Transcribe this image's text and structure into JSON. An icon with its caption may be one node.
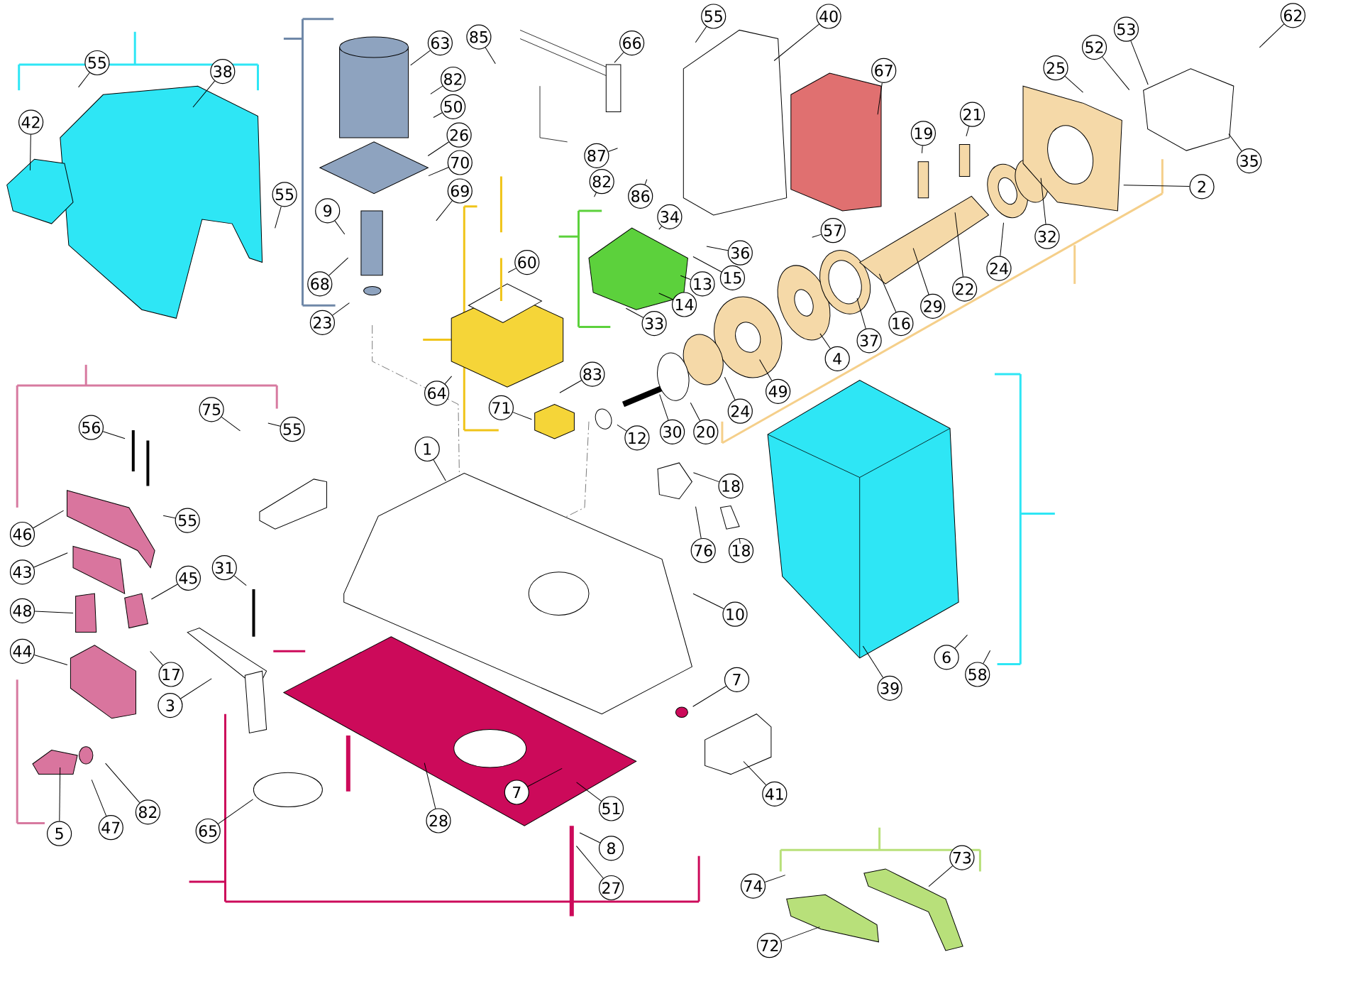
{
  "diagram": {
    "nodes": [
      {
        "text": [
          "55"
        ]
      },
      {
        "text": [
          "38"
        ]
      },
      {
        "text": [
          "42"
        ]
      },
      {
        "text": [
          "55"
        ]
      },
      {
        "text": [
          "63"
        ]
      },
      {
        "text": [
          "85"
        ]
      },
      {
        "text": [
          "66"
        ]
      },
      {
        "text": [
          "82"
        ]
      },
      {
        "text": [
          "50"
        ]
      },
      {
        "text": [
          "26"
        ]
      },
      {
        "text": [
          "70"
        ]
      },
      {
        "text": [
          "69"
        ]
      },
      {
        "text": [
          "9"
        ]
      },
      {
        "text": [
          "68"
        ]
      },
      {
        "text": [
          "23"
        ]
      },
      {
        "text": [
          "55"
        ]
      },
      {
        "text": [
          "40"
        ]
      },
      {
        "text": [
          "67"
        ]
      },
      {
        "text": [
          "62"
        ]
      },
      {
        "text": [
          "53"
        ]
      },
      {
        "text": [
          "52"
        ]
      },
      {
        "text": [
          "25"
        ]
      },
      {
        "text": [
          "35"
        ]
      },
      {
        "text": [
          "19"
        ]
      },
      {
        "text": [
          "21"
        ]
      },
      {
        "text": [
          "2"
        ]
      },
      {
        "text": [
          "87"
        ]
      },
      {
        "text": [
          "86"
        ]
      },
      {
        "text": [
          "82"
        ]
      },
      {
        "text": [
          "34"
        ]
      },
      {
        "text": [
          "36"
        ]
      },
      {
        "text": [
          "15"
        ]
      },
      {
        "text": [
          "13"
        ]
      },
      {
        "text": [
          "14"
        ]
      },
      {
        "text": [
          "33"
        ]
      },
      {
        "text": [
          "60"
        ]
      },
      {
        "text": [
          "57"
        ]
      },
      {
        "text": [
          "32"
        ]
      },
      {
        "text": [
          "24"
        ]
      },
      {
        "text": [
          "22"
        ]
      },
      {
        "text": [
          "29"
        ]
      },
      {
        "text": [
          "16"
        ]
      },
      {
        "text": [
          "37"
        ]
      },
      {
        "text": [
          "4"
        ]
      },
      {
        "text": [
          "49"
        ]
      },
      {
        "text": [
          "24"
        ]
      },
      {
        "text": [
          "20"
        ]
      },
      {
        "text": [
          "30"
        ]
      },
      {
        "text": [
          "64"
        ]
      },
      {
        "text": [
          "83"
        ]
      },
      {
        "text": [
          "71"
        ]
      },
      {
        "text": [
          "12"
        ]
      },
      {
        "text": [
          "75"
        ]
      },
      {
        "text": [
          "55"
        ]
      },
      {
        "text": [
          "56"
        ]
      },
      {
        "text": [
          "55"
        ]
      },
      {
        "text": [
          "46"
        ]
      },
      {
        "text": [
          "43"
        ]
      },
      {
        "text": [
          "48"
        ]
      },
      {
        "text": [
          "44"
        ]
      },
      {
        "text": [
          "45"
        ]
      },
      {
        "text": [
          "17"
        ]
      },
      {
        "text": [
          "31"
        ]
      },
      {
        "text": [
          "3"
        ]
      },
      {
        "text": [
          "1"
        ]
      },
      {
        "text": [
          "18"
        ]
      },
      {
        "text": [
          "76"
        ]
      },
      {
        "text": [
          "18"
        ]
      },
      {
        "text": [
          "10"
        ]
      },
      {
        "text": [
          "7"
        ]
      },
      {
        "text": [
          "6"
        ]
      },
      {
        "text": [
          "58"
        ]
      },
      {
        "text": [
          "39"
        ]
      },
      {
        "text": [
          "5"
        ]
      },
      {
        "text": [
          "47"
        ]
      },
      {
        "text": [
          "82"
        ]
      },
      {
        "text": [
          "65"
        ]
      },
      {
        "text": [
          "28"
        ]
      },
      {
        "text": [
          "7"
        ]
      },
      {
        "text": [
          "51"
        ]
      },
      {
        "text": [
          "41"
        ]
      },
      {
        "text": [
          "8"
        ]
      },
      {
        "text": [
          "27"
        ]
      },
      {
        "text": [
          "74"
        ]
      },
      {
        "text": [
          "73"
        ]
      },
      {
        "text": [
          "72"
        ]
      }
    ],
    "edges": [
      {
        "from": 0,
        "to": null,
        "arrow": "none"
      },
      {
        "from": 1,
        "to": null,
        "arrow": "none"
      },
      {
        "from": 2,
        "to": null,
        "arrow": "none"
      },
      {
        "from": 3,
        "to": null,
        "arrow": "none"
      },
      {
        "from": 4,
        "to": null,
        "arrow": "none"
      },
      {
        "from": 5,
        "to": null,
        "arrow": "none"
      },
      {
        "from": 6,
        "to": null,
        "arrow": "none"
      },
      {
        "from": 7,
        "to": null,
        "arrow": "none"
      },
      {
        "from": 8,
        "to": null,
        "arrow": "none"
      },
      {
        "from": 9,
        "to": null,
        "arrow": "none"
      },
      {
        "from": 10,
        "to": null,
        "arrow": "none"
      },
      {
        "from": 11,
        "to": null,
        "arrow": "none"
      },
      {
        "from": 12,
        "to": null,
        "arrow": "none"
      },
      {
        "from": 13,
        "to": null,
        "arrow": "none"
      },
      {
        "from": 14,
        "to": null,
        "arrow": "none"
      },
      {
        "from": 15,
        "to": null,
        "arrow": "none"
      },
      {
        "from": 16,
        "to": null,
        "arrow": "none"
      },
      {
        "from": 17,
        "to": null,
        "arrow": "none"
      },
      {
        "from": 18,
        "to": null,
        "arrow": "none"
      },
      {
        "from": 19,
        "to": null,
        "arrow": "none"
      },
      {
        "from": 20,
        "to": null,
        "arrow": "none"
      },
      {
        "from": 21,
        "to": null,
        "arrow": "none"
      },
      {
        "from": 22,
        "to": null,
        "arrow": "none"
      },
      {
        "from": 23,
        "to": null,
        "arrow": "none"
      },
      {
        "from": 24,
        "to": null,
        "arrow": "none"
      },
      {
        "from": 25,
        "to": null,
        "arrow": "none"
      },
      {
        "from": 26,
        "to": null,
        "arrow": "none"
      },
      {
        "from": 27,
        "to": null,
        "arrow": "none"
      },
      {
        "from": 28,
        "to": null,
        "arrow": "none"
      },
      {
        "from": 29,
        "to": null,
        "arrow": "none"
      },
      {
        "from": 30,
        "to": null,
        "arrow": "none"
      },
      {
        "from": 31,
        "to": null,
        "arrow": "none"
      },
      {
        "from": 32,
        "to": null,
        "arrow": "none"
      },
      {
        "from": 33,
        "to": null,
        "arrow": "none"
      },
      {
        "from": 34,
        "to": null,
        "arrow": "none"
      },
      {
        "from": 35,
        "to": null,
        "arrow": "none"
      },
      {
        "from": 36,
        "to": null,
        "arrow": "none"
      },
      {
        "from": 37,
        "to": null,
        "arrow": "none"
      },
      {
        "from": 38,
        "to": null,
        "arrow": "none"
      },
      {
        "from": 39,
        "to": null,
        "arrow": "none"
      },
      {
        "from": 40,
        "to": null,
        "arrow": "none"
      },
      {
        "from": 41,
        "to": null,
        "arrow": "none"
      },
      {
        "from": 42,
        "to": null,
        "arrow": "none"
      },
      {
        "from": 43,
        "to": null,
        "arrow": "none"
      },
      {
        "from": 44,
        "to": null,
        "arrow": "none"
      },
      {
        "from": 45,
        "to": null,
        "arrow": "none"
      },
      {
        "from": 46,
        "to": null,
        "arrow": "none"
      },
      {
        "from": 47,
        "to": null,
        "arrow": "none"
      },
      {
        "from": 48,
        "to": null,
        "arrow": "none"
      },
      {
        "from": 49,
        "to": null,
        "arrow": "none"
      },
      {
        "from": 50,
        "to": null,
        "arrow": "none"
      },
      {
        "from": 51,
        "to": null,
        "arrow": "none"
      },
      {
        "from": 52,
        "to": null,
        "arrow": "none"
      },
      {
        "from": 53,
        "to": null,
        "arrow": "none"
      },
      {
        "from": 54,
        "to": null,
        "arrow": "none"
      },
      {
        "from": 55,
        "to": null,
        "arrow": "none"
      },
      {
        "from": 56,
        "to": null,
        "arrow": "none"
      },
      {
        "from": 57,
        "to": null,
        "arrow": "none"
      },
      {
        "from": 58,
        "to": null,
        "arrow": "none"
      },
      {
        "from": 59,
        "to": null,
        "arrow": "none"
      },
      {
        "from": 60,
        "to": null,
        "arrow": "none"
      },
      {
        "from": 61,
        "to": null,
        "arrow": "none"
      },
      {
        "from": 62,
        "to": null,
        "arrow": "none"
      },
      {
        "from": 63,
        "to": null,
        "arrow": "none"
      },
      {
        "from": 64,
        "to": null,
        "arrow": "none"
      },
      {
        "from": 65,
        "to": null,
        "arrow": "none"
      },
      {
        "from": 66,
        "to": null,
        "arrow": "none"
      },
      {
        "from": 67,
        "to": null,
        "arrow": "none"
      },
      {
        "from": 68,
        "to": null,
        "arrow": "none"
      },
      {
        "from": 69,
        "to": null,
        "arrow": "none"
      },
      {
        "from": 70,
        "to": null,
        "arrow": "none"
      },
      {
        "from": 71,
        "to": null,
        "arrow": "none"
      },
      {
        "from": 72,
        "to": null,
        "arrow": "none"
      },
      {
        "from": 73,
        "to": null,
        "arrow": "none"
      },
      {
        "from": 74,
        "to": null,
        "arrow": "none"
      },
      {
        "from": 75,
        "to": null,
        "arrow": "none"
      },
      {
        "from": 76,
        "to": null,
        "arrow": "none"
      },
      {
        "from": 77,
        "to": null,
        "arrow": "none"
      },
      {
        "from": 78,
        "to": null,
        "arrow": "none"
      },
      {
        "from": 79,
        "to": null,
        "arrow": "none"
      },
      {
        "from": 80,
        "to": null,
        "arrow": "none"
      },
      {
        "from": 81,
        "to": null,
        "arrow": "none"
      },
      {
        "from": 82,
        "to": null,
        "arrow": "none"
      },
      {
        "from": 83,
        "to": null,
        "arrow": "none"
      },
      {
        "from": 84,
        "to": null,
        "arrow": "none"
      },
      {
        "from": 85,
        "to": null,
        "arrow": "none"
      }
    ]
  }
}
